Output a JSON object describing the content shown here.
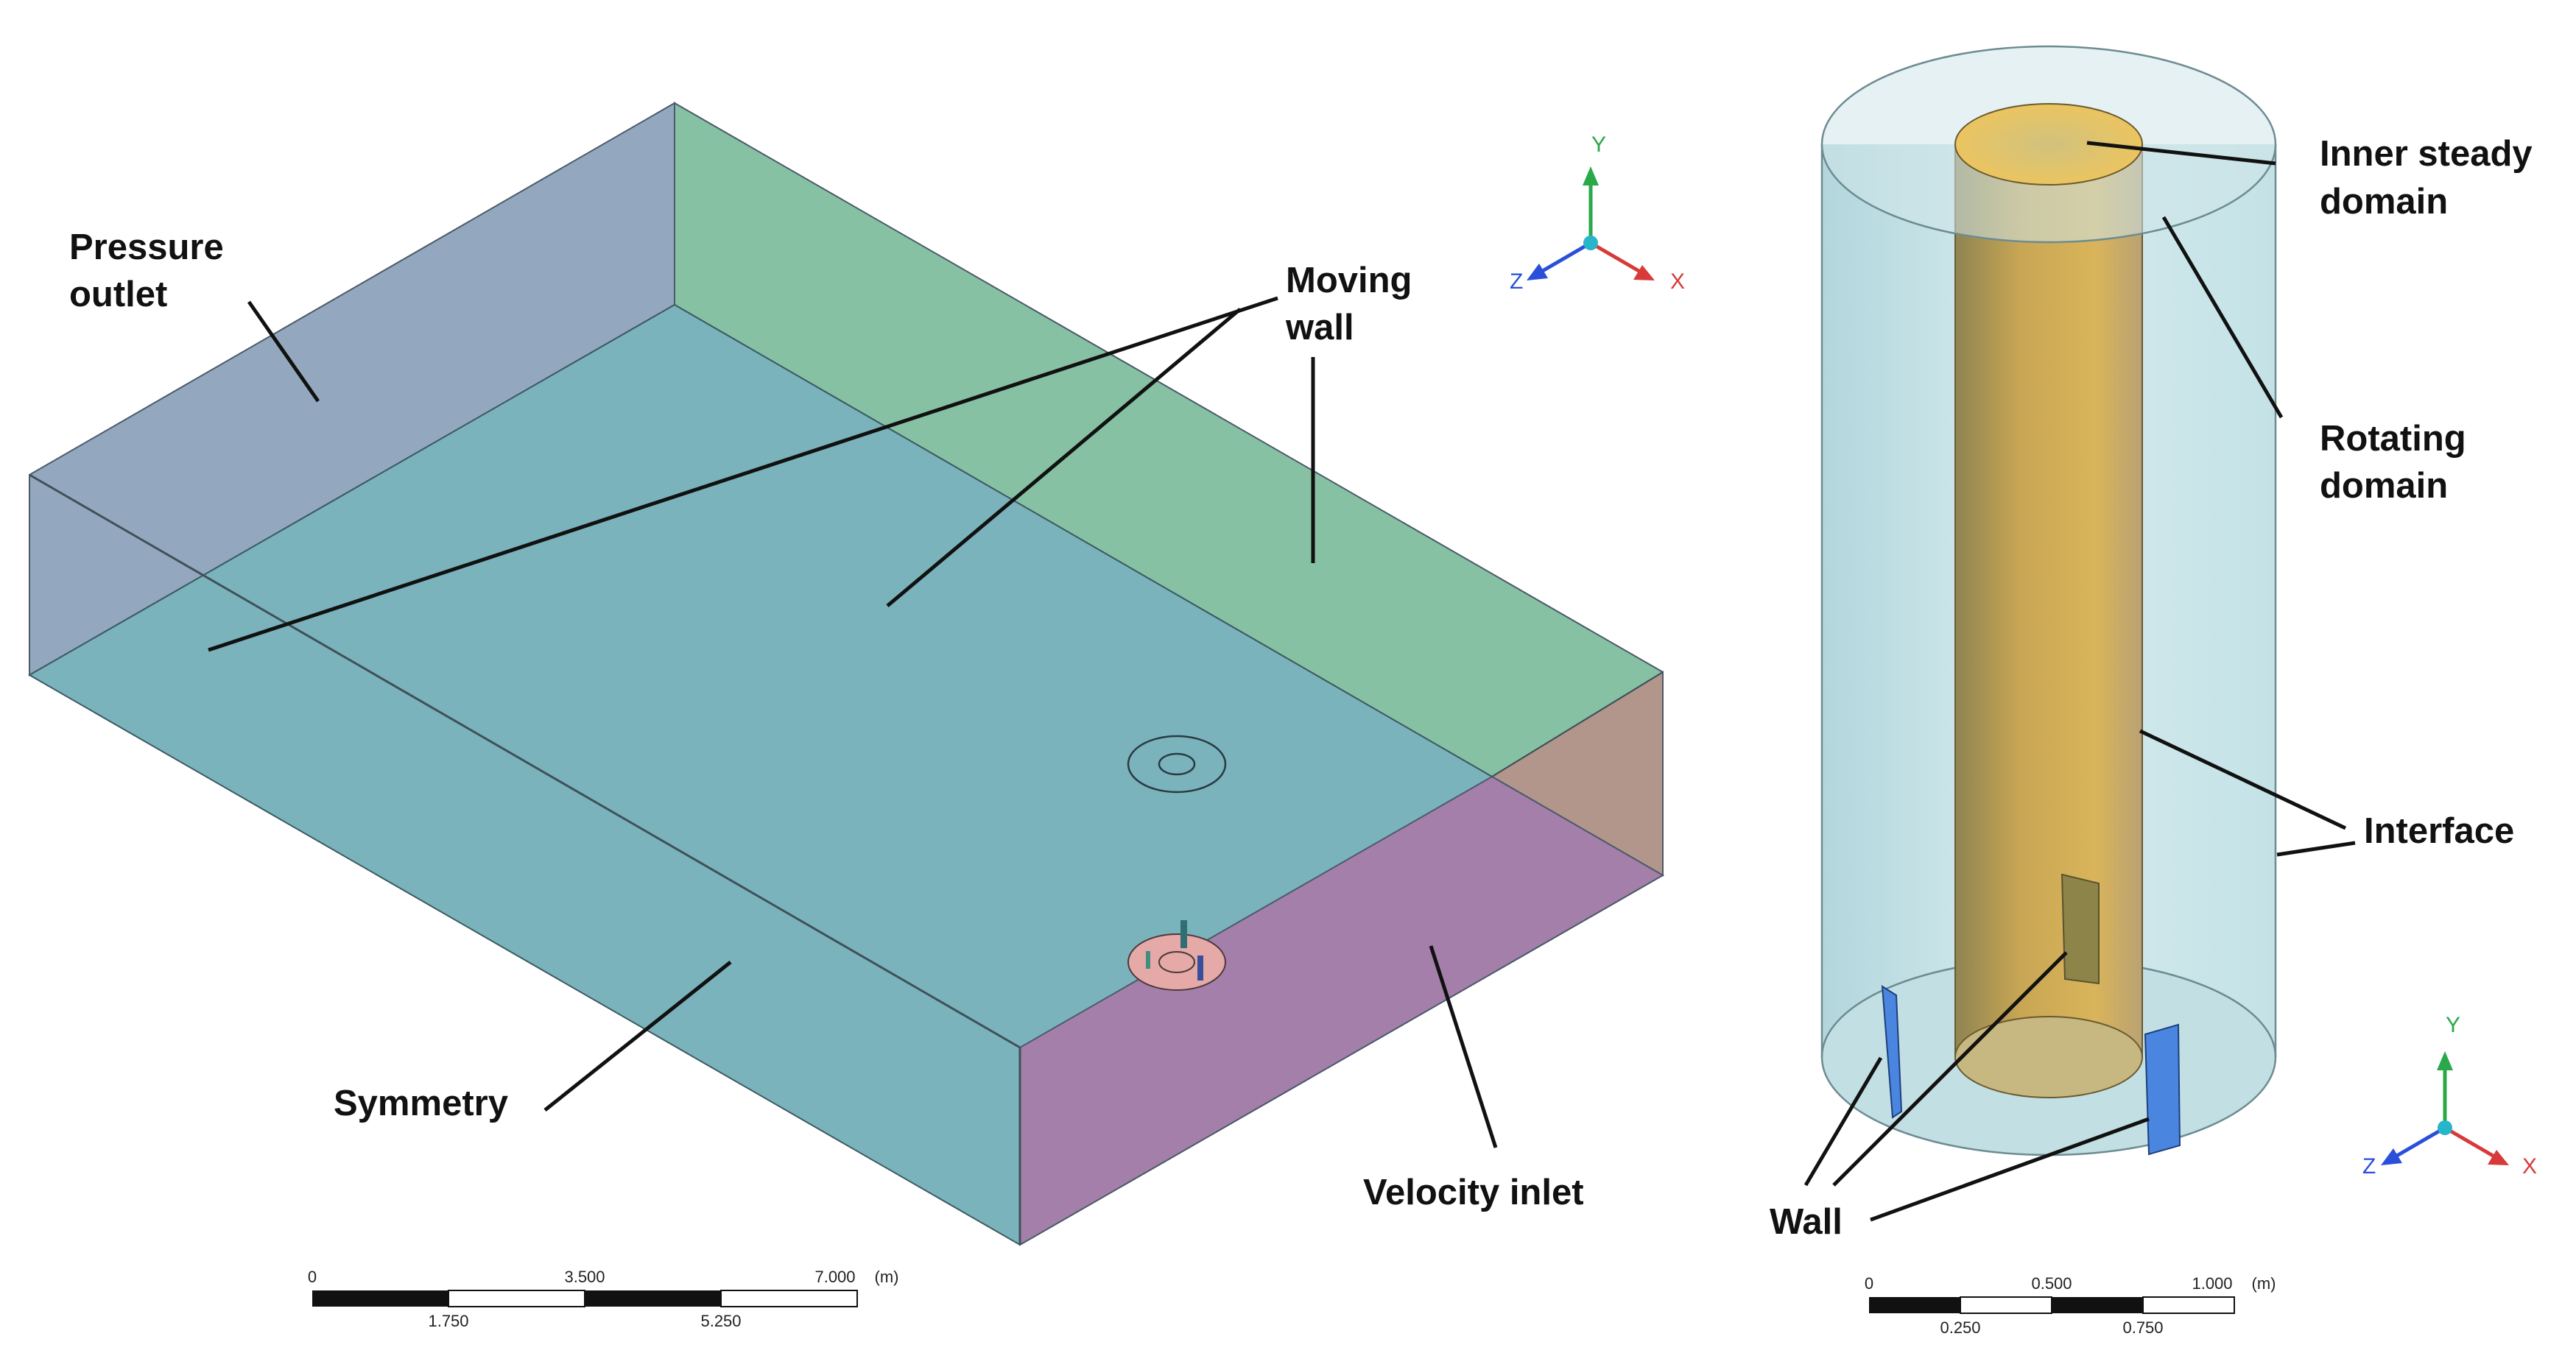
{
  "left_panel": {
    "labels": {
      "pressure_outlet": [
        "Pressure",
        "outlet"
      ],
      "moving_wall": [
        "Moving",
        "wall"
      ],
      "symmetry": "Symmetry",
      "velocity_inlet": "Velocity inlet"
    },
    "axes": {
      "x": "X",
      "y": "Y",
      "z": "Z"
    },
    "scale_bar": {
      "top_ticks": [
        "0",
        "3.500",
        "7.000"
      ],
      "bottom_ticks": [
        "1.750",
        "5.250"
      ],
      "unit": "(m)"
    }
  },
  "right_panel": {
    "labels": {
      "inner_steady_domain": [
        "Inner steady",
        "domain"
      ],
      "rotating_domain": [
        "Rotating",
        "domain"
      ],
      "interface": "Interface",
      "wall": "Wall"
    },
    "axes": {
      "x": "X",
      "y": "Y",
      "z": "Z"
    },
    "scale_bar": {
      "top_ticks": [
        "0",
        "0.500",
        "1.000"
      ],
      "bottom_ticks": [
        "0.250",
        "0.750"
      ],
      "unit": "(m)"
    }
  },
  "colors": {
    "top_face": "#7ab3bb",
    "back_left_face": "#93a8be",
    "back_right_face": "#86c1a3",
    "right_face": "#b3968b",
    "front_face": "#a47faa",
    "rotating_domain": "#c9e5ea",
    "inner_cylinder": "#c9a74c",
    "wall_blue": "#4a86e0",
    "axis_x": "#d83a3a",
    "axis_y": "#2aa84a",
    "axis_z": "#2a4fd8"
  }
}
